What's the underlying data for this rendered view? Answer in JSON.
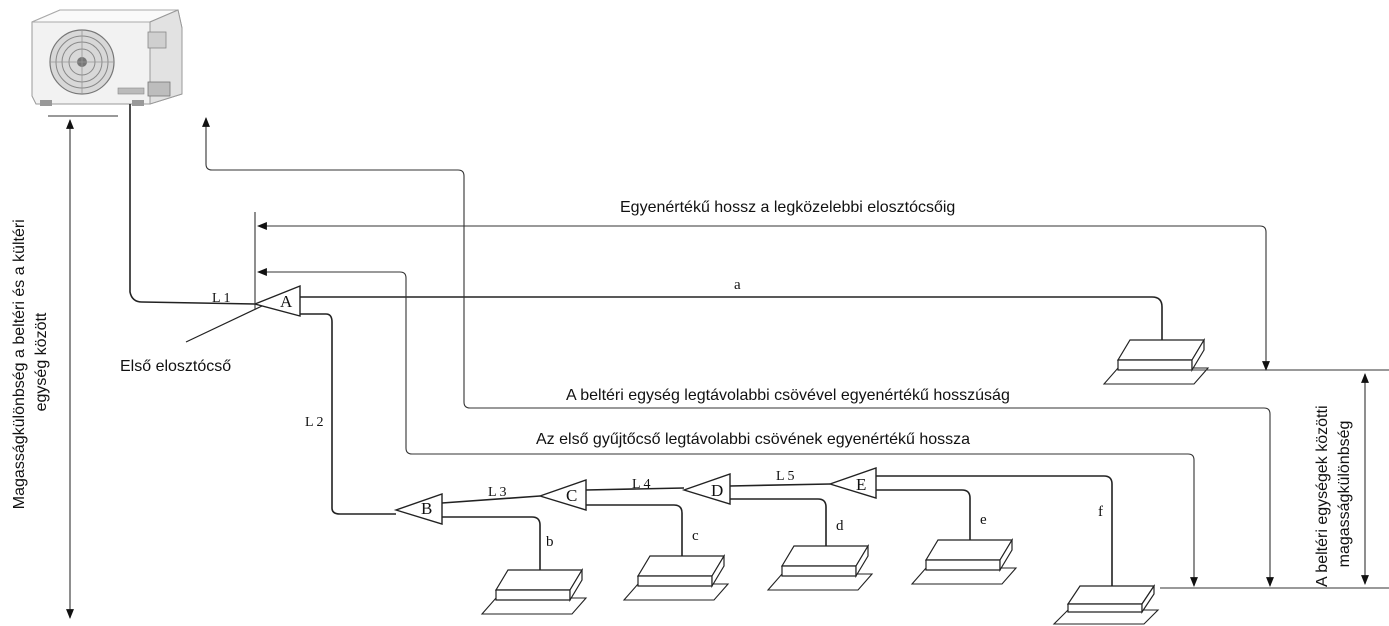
{
  "labels": {
    "height_outdoor_indoor": "Magasságkülönbség a beltéri és a kültéri egység között",
    "height_outdoor_indoor_line1": "Magasságkülönbség a beltéri és a kültéri",
    "height_outdoor_indoor_line2": "egység között",
    "first_branch": "Első elosztócső",
    "equiv_nearest": "Egyenértékű hossz a legközelebbi elosztócsőig",
    "equiv_farthest": "A beltéri egység legtávolabbi csövével egyenértékű hosszúság",
    "first_collector_farthest": "Az első gyűjtőcső legtávolabbi csövének egyenértékű hossza",
    "height_indoor_line1": "A beltéri egységek közötti",
    "height_indoor_line2": "magasságkülönbség"
  },
  "branches": [
    "A",
    "B",
    "C",
    "D",
    "E"
  ],
  "pipe_segments": [
    "L 1",
    "L 2",
    "L 3",
    "L 4",
    "L 5"
  ],
  "indoor_pipes": [
    "a",
    "b",
    "c",
    "d",
    "e",
    "f"
  ]
}
